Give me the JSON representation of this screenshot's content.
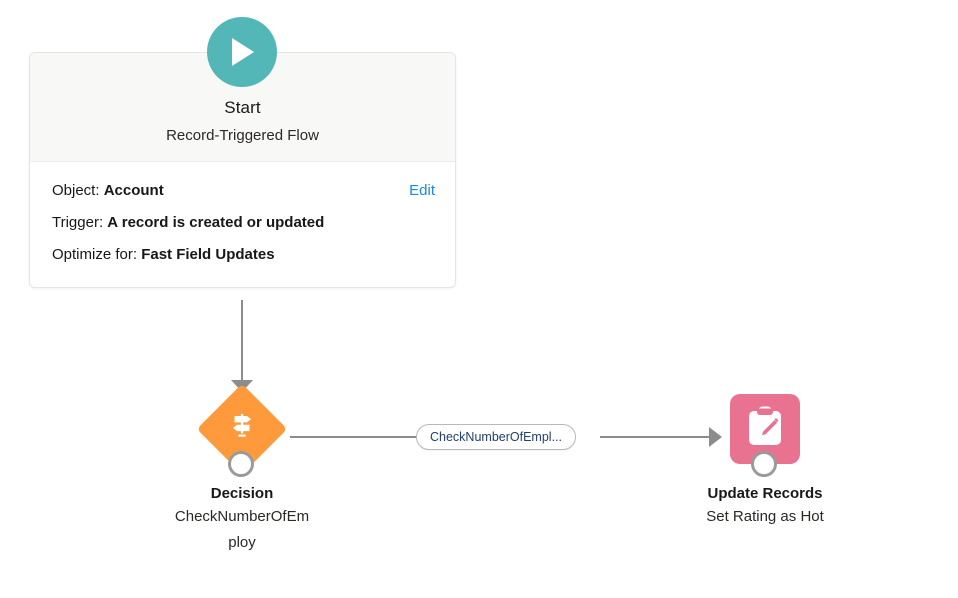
{
  "flow": {
    "canvas_name": "flow-canvas",
    "start": {
      "badge_icon": "play-icon",
      "title": "Start",
      "subtitle": "Record-Triggered Flow",
      "edit_label": "Edit",
      "details": [
        {
          "label": "Object:",
          "value": "Account"
        },
        {
          "label": "Trigger:",
          "value": "A record is created or updated"
        },
        {
          "label": "Optimize for:",
          "value": "Fast Field Updates"
        }
      ]
    },
    "connector_label": "CheckNumberOfEmpl...",
    "nodes": [
      {
        "icon": "decision-signpost-icon",
        "title": "Decision",
        "subtitle": "CheckNumberOfEmploy",
        "color": "#ff9a3c"
      },
      {
        "icon": "update-records-clipboard-pencil-icon",
        "title": "Update Records",
        "subtitle": "Set Rating as Hot",
        "color": "#e8728f"
      }
    ]
  },
  "colors": {
    "start_badge": "#53b7b7",
    "decision": "#ff9a3c",
    "update_records": "#e8728f",
    "connector": "#8c8c8c",
    "link": "#1589ee",
    "pill_text": "#22406e"
  }
}
